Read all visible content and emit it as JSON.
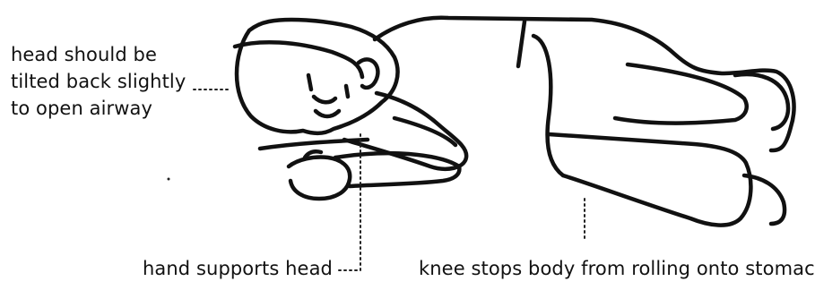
{
  "labels": {
    "head_line1": "head should be",
    "head_line2": "tilted back slightly",
    "head_line3": "to open airway",
    "hand": "hand supports head",
    "knee": "knee stops body from rolling onto stomach"
  },
  "colors": {
    "ink": "#111111",
    "background": "#ffffff"
  }
}
